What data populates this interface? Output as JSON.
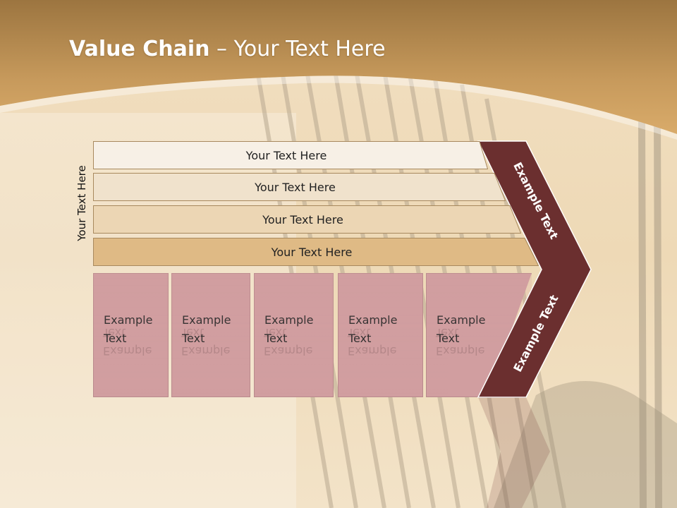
{
  "slide": {
    "title_bold": "Value Chain",
    "title_rest": " – Your Text Here"
  },
  "side_label": "Your Text Here",
  "bands": [
    {
      "label": "Your Text Here",
      "color": "#f7f0e6"
    },
    {
      "label": "Your Text Here",
      "color": "#f0e2cc"
    },
    {
      "label": "Your Text Here",
      "color": "#ecd6b4"
    },
    {
      "label": "Your Text Here",
      "color": "#dfba85"
    }
  ],
  "columns": [
    {
      "text": "Example\nText"
    },
    {
      "text": "Example\nText"
    },
    {
      "text": "Example\nText"
    },
    {
      "text": "Example\nText"
    },
    {
      "text": "Example\nText"
    }
  ],
  "chevron": {
    "upper_label": "Example Text",
    "lower_label": "Example Text",
    "color": "#6b2f2f"
  },
  "colors": {
    "header": "#b88a4a",
    "column_fill": "#d19ea0"
  }
}
